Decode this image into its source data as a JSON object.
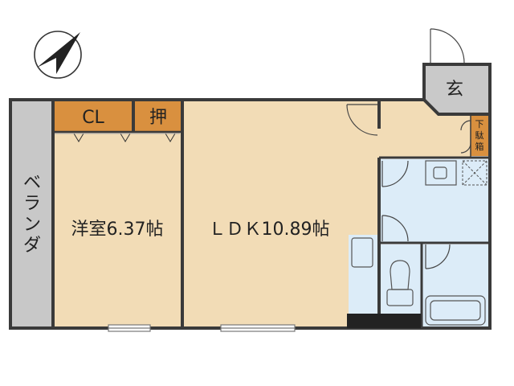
{
  "rooms": {
    "western_room": "洋室6.37帖",
    "ldk": "ＬＤＫ10.89帖",
    "closet": "CL",
    "oshiire": "押",
    "genkan": "玄",
    "shoe_box": [
      "下",
      "駄",
      "箱"
    ],
    "veranda": [
      "ベ",
      "ラ",
      "ン",
      "ダ"
    ]
  },
  "colors": {
    "wall": "#3a3a3a",
    "floor": "#f2dcb6",
    "closet": "#d9903f",
    "wet_area": "#dcecf8",
    "veranda": "#c8c8c8",
    "genkan": "#c9c9c9",
    "fixture_line": "#555555"
  },
  "icons": {
    "compass": "north-arrow-icon"
  }
}
